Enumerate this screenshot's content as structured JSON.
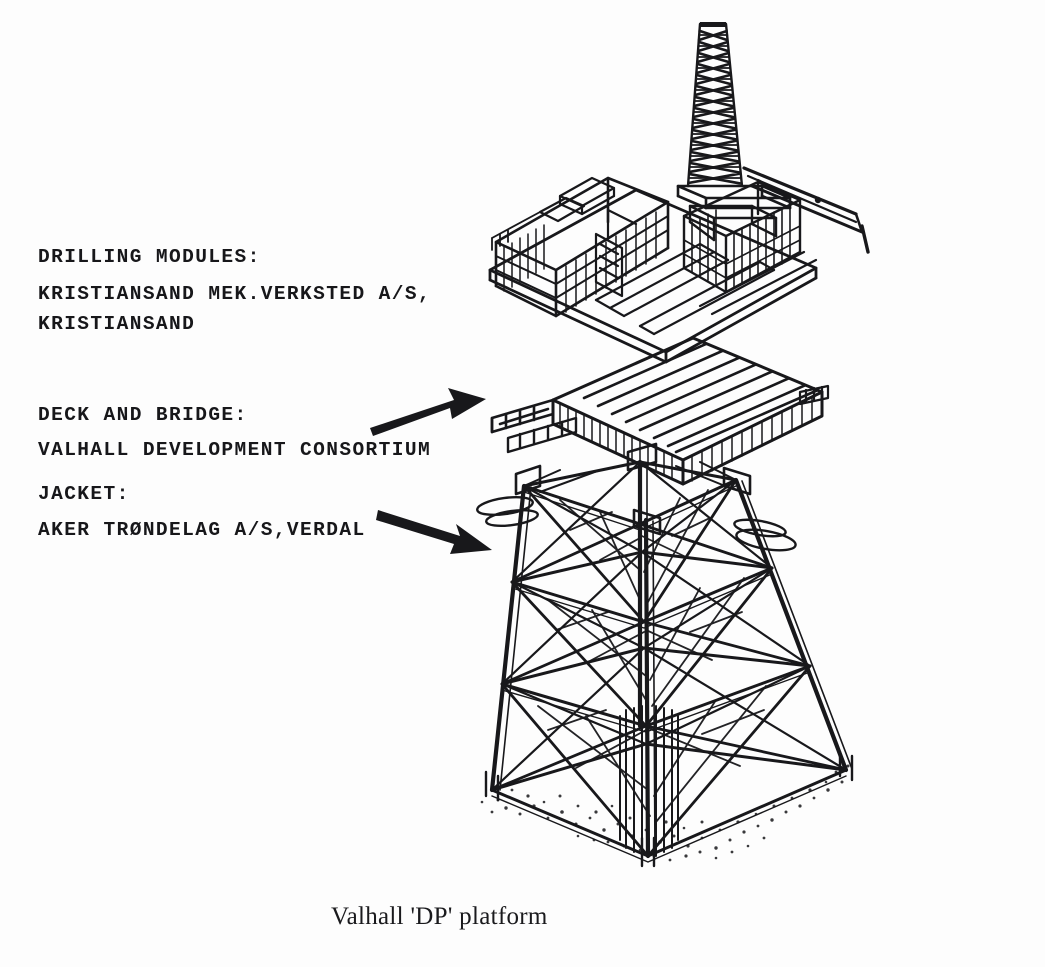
{
  "figure": {
    "caption": "Valhall 'DP' platform",
    "subject": "exploded isometric view of an offshore oil production platform",
    "ink_color": "#18181b",
    "background_color": "#fdfdfd"
  },
  "annotations": [
    {
      "id": "drilling-modules",
      "lines": [
        "DRILLING MODULES:",
        "KRISTIANSAND MEK.VERKSTED A/S,",
        "KRISTIANSAND"
      ]
    },
    {
      "id": "deck-and-bridge",
      "lines": [
        "DECK AND BRIDGE:",
        "VALHALL DEVELOPMENT CONSORTIUM"
      ]
    },
    {
      "id": "jacket",
      "lines": [
        "JACKET:",
        "AKER TRØNDELAG A/S,VERDAL"
      ]
    }
  ],
  "arrows": [
    {
      "id": "arrow-to-deck",
      "points_to": "deck-and-bridge-module",
      "direction": "up-right"
    },
    {
      "id": "arrow-to-jacket",
      "points_to": "jacket-structure",
      "direction": "down-right"
    }
  ],
  "components": [
    {
      "id": "drilling-modules-module",
      "label": "drilling modules with derrick, accommodation block, flare/crane boom"
    },
    {
      "id": "deck-and-bridge-module",
      "label": "deck slab with bridge stub"
    },
    {
      "id": "jacket-structure",
      "label": "four-leg braced steel jacket on seabed"
    }
  ]
}
